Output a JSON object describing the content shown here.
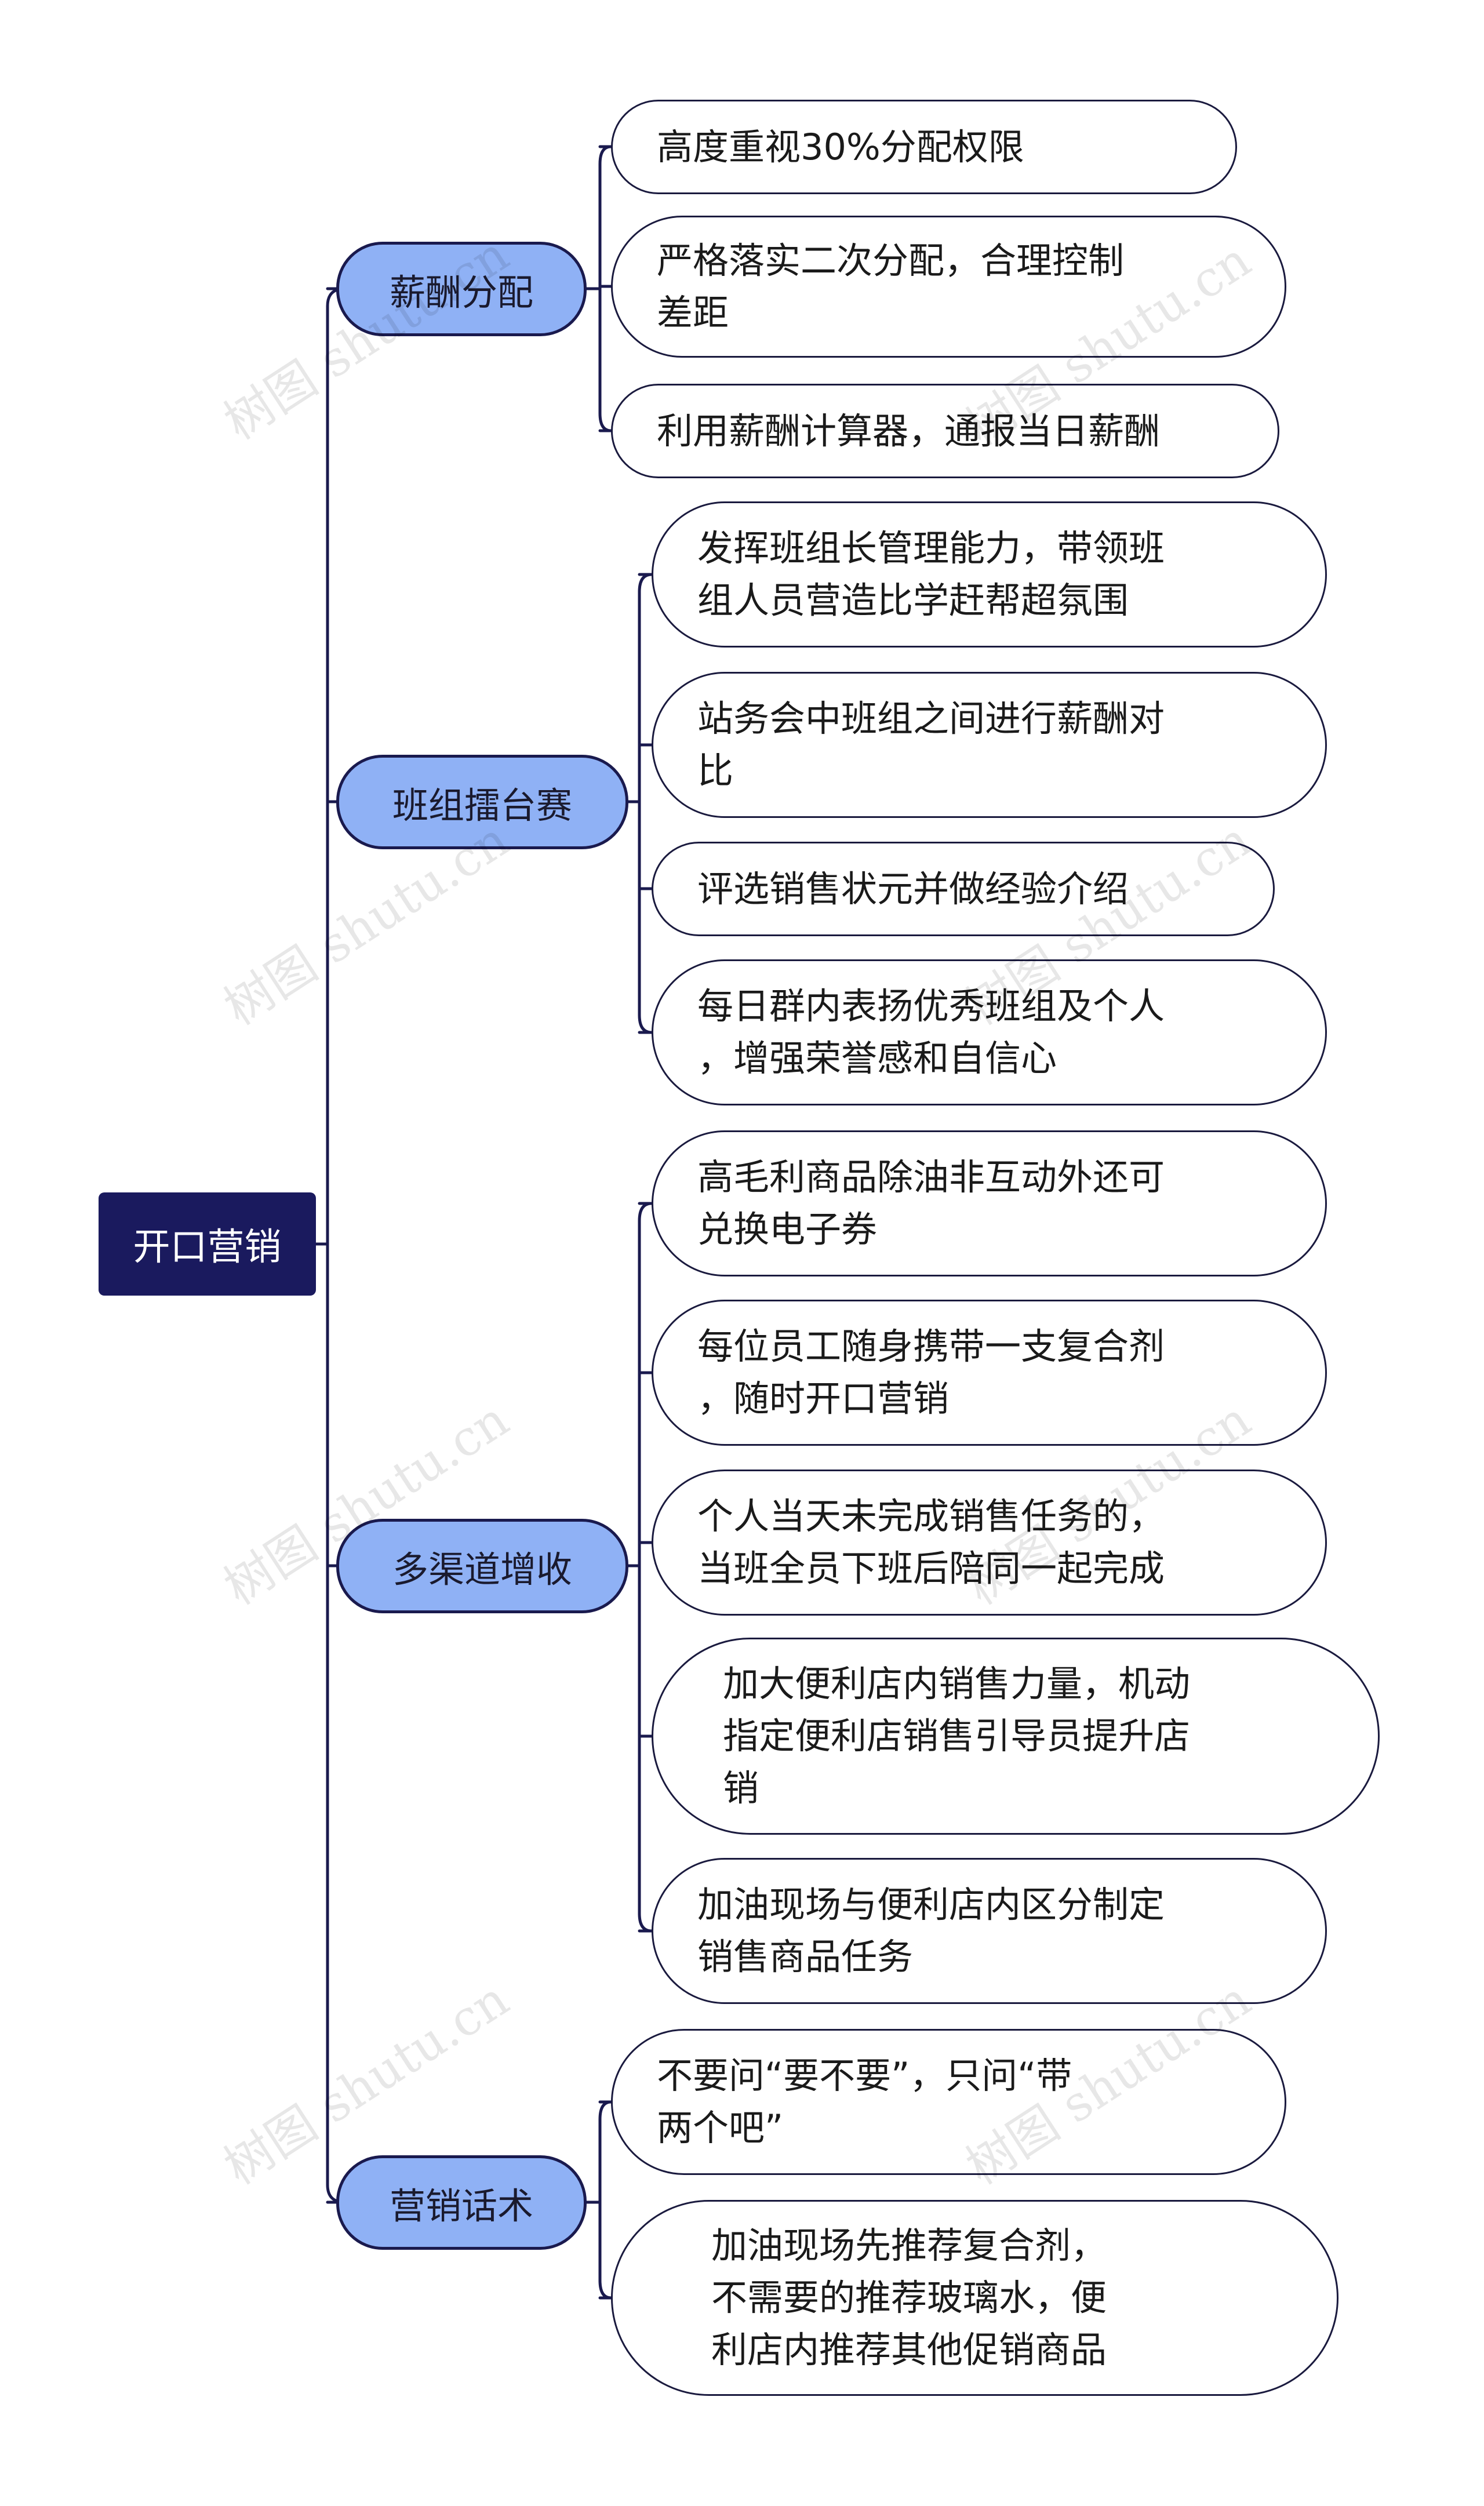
{
  "root": {
    "label": "开口营销"
  },
  "branches": [
    {
      "label": "薪酬分配",
      "leaves": [
        {
          "text": "高度重视30%分配权限"
        },
        {
          "text": "严格落实二次分配，合理控制\n差距"
        },
        {
          "text": "利用薪酬计算器，通报当日薪酬"
        }
      ]
    },
    {
      "label": "班组擂台赛",
      "leaves": [
        {
          "text": "发挥班组长管理能力，带领班\n组人员营造比学赶帮超氛围"
        },
        {
          "text": "站务会中班组之间进行薪酬对\n比"
        },
        {
          "text": "评选销售状元并做经验介绍"
        },
        {
          "text": "每日群内表扬优秀班组及个人\n，增强荣誉感和自信心"
        }
      ]
    },
    {
      "label": "多渠道增收",
      "leaves": [
        {
          "text": "高毛利商品除油非互动外还可\n兑换电子券"
        },
        {
          "text": "每位员工随身携带一支复合剂\n，随时开口营销"
        },
        {
          "text": "个人当天未完成销售任务的，\n当班全员下班后陪同一起完成"
        },
        {
          "text": "加大便利店内销售力量，机动\n指定便利店销售引导员提升店\n销"
        },
        {
          "text": "加油现场与便利店内区分制定\n销售商品任务"
        }
      ]
    },
    {
      "label": "营销话术",
      "leaves": [
        {
          "text": "不要问“要不要”，只问“带\n两个吧”"
        },
        {
          "text": "加油现场先推荐复合剂，\n不需要的推荐玻璃水，便\n利店内推荐其他促销商品"
        }
      ]
    }
  ],
  "watermark": "树图 shutu.cn",
  "colors": {
    "root_fill": "#1a1a5e",
    "branch_fill": "#8fb1f5",
    "line": "#1a1a4e",
    "leaf_border": "#1a1a3e"
  }
}
